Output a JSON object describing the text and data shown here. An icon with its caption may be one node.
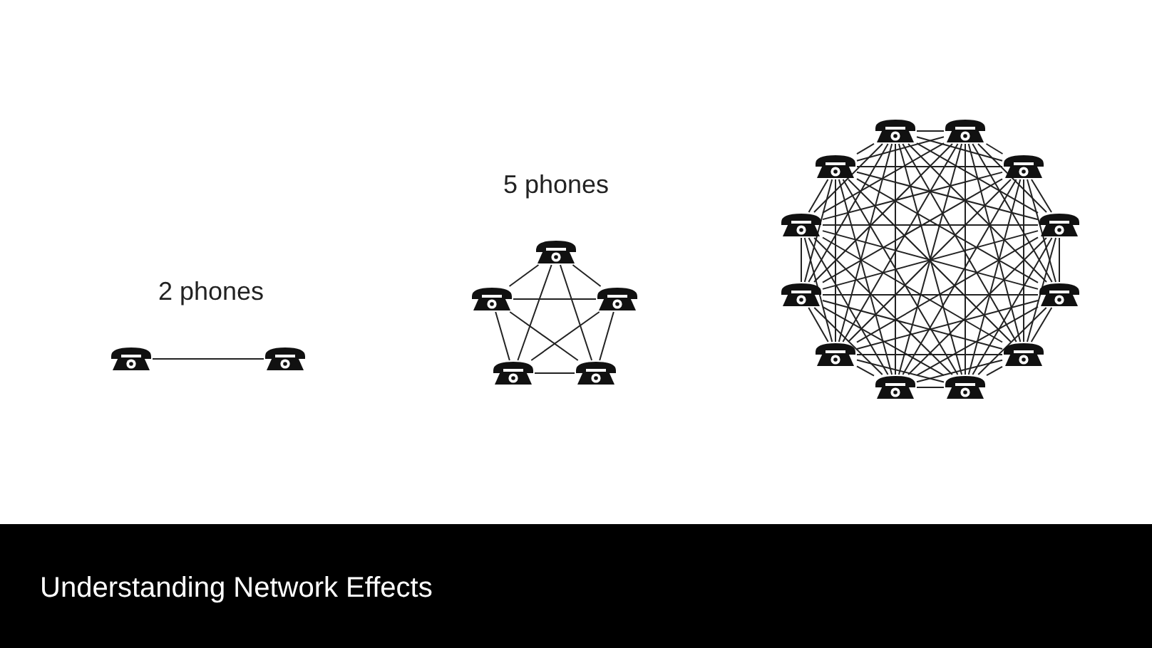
{
  "diagram": {
    "title": "Understanding Network Effects",
    "nodes": [
      {
        "text": [],
        "shape": "picture"
      },
      {
        "text": [],
        "shape": "picture"
      },
      {
        "text": [],
        "shape": "picture"
      },
      {
        "text": [],
        "shape": "picture"
      },
      {
        "text": [],
        "shape": "picture"
      },
      {
        "text": [],
        "shape": "picture"
      },
      {
        "text": [],
        "shape": "picture"
      },
      {
        "text": [],
        "shape": "picture"
      },
      {
        "text": [],
        "shape": "picture"
      },
      {
        "text": [],
        "shape": "picture"
      },
      {
        "text": [],
        "shape": "picture"
      },
      {
        "text": [],
        "shape": "picture"
      },
      {
        "text": [],
        "shape": "picture"
      },
      {
        "text": [],
        "shape": "picture"
      },
      {
        "text": [],
        "shape": "picture"
      },
      {
        "text": [],
        "shape": "picture"
      },
      {
        "text": [],
        "shape": "picture"
      },
      {
        "text": [],
        "shape": "picture"
      },
      {
        "text": [],
        "shape": "picture"
      }
    ],
    "edges": [
      {
        "from": 0,
        "to": 1,
        "arrow": "none"
      },
      {
        "from": 2,
        "to": 3,
        "arrow": "none"
      },
      {
        "from": 2,
        "to": 4,
        "arrow": "none"
      },
      {
        "from": 2,
        "to": 5,
        "arrow": "none"
      },
      {
        "from": 2,
        "to": 6,
        "arrow": "none"
      },
      {
        "from": 3,
        "to": 4,
        "arrow": "none"
      },
      {
        "from": 3,
        "to": 5,
        "arrow": "none"
      },
      {
        "from": 3,
        "to": 6,
        "arrow": "none"
      },
      {
        "from": 4,
        "to": 5,
        "arrow": "none"
      },
      {
        "from": 4,
        "to": 6,
        "arrow": "none"
      },
      {
        "from": 5,
        "to": 6,
        "arrow": "none"
      },
      {
        "from": 7,
        "to": 8,
        "arrow": "none"
      },
      {
        "from": 7,
        "to": 9,
        "arrow": "none"
      },
      {
        "from": 7,
        "to": 10,
        "arrow": "none"
      },
      {
        "from": 7,
        "to": 11,
        "arrow": "none"
      },
      {
        "from": 7,
        "to": 12,
        "arrow": "none"
      },
      {
        "from": 7,
        "to": 13,
        "arrow": "none"
      },
      {
        "from": 7,
        "to": 14,
        "arrow": "none"
      },
      {
        "from": 7,
        "to": 15,
        "arrow": "none"
      },
      {
        "from": 7,
        "to": 16,
        "arrow": "none"
      },
      {
        "from": 7,
        "to": 17,
        "arrow": "none"
      },
      {
        "from": 7,
        "to": 18,
        "arrow": "none"
      },
      {
        "from": 8,
        "to": 9,
        "arrow": "none"
      },
      {
        "from": 8,
        "to": 10,
        "arrow": "none"
      },
      {
        "from": 8,
        "to": 11,
        "arrow": "none"
      },
      {
        "from": 8,
        "to": 12,
        "arrow": "none"
      },
      {
        "from": 8,
        "to": 13,
        "arrow": "none"
      },
      {
        "from": 8,
        "to": 14,
        "arrow": "none"
      },
      {
        "from": 8,
        "to": 15,
        "arrow": "none"
      },
      {
        "from": 8,
        "to": 16,
        "arrow": "none"
      },
      {
        "from": 8,
        "to": 17,
        "arrow": "none"
      },
      {
        "from": 8,
        "to": 18,
        "arrow": "none"
      },
      {
        "from": 9,
        "to": 10,
        "arrow": "none"
      },
      {
        "from": 9,
        "to": 11,
        "arrow": "none"
      },
      {
        "from": 9,
        "to": 12,
        "arrow": "none"
      },
      {
        "from": 9,
        "to": 13,
        "arrow": "none"
      },
      {
        "from": 9,
        "to": 14,
        "arrow": "none"
      },
      {
        "from": 9,
        "to": 15,
        "arrow": "none"
      },
      {
        "from": 9,
        "to": 16,
        "arrow": "none"
      },
      {
        "from": 9,
        "to": 17,
        "arrow": "none"
      },
      {
        "from": 9,
        "to": 18,
        "arrow": "none"
      },
      {
        "from": 10,
        "to": 11,
        "arrow": "none"
      },
      {
        "from": 10,
        "to": 12,
        "arrow": "none"
      },
      {
        "from": 10,
        "to": 13,
        "arrow": "none"
      },
      {
        "from": 10,
        "to": 14,
        "arrow": "none"
      },
      {
        "from": 10,
        "to": 15,
        "arrow": "none"
      },
      {
        "from": 10,
        "to": 16,
        "arrow": "none"
      },
      {
        "from": 10,
        "to": 17,
        "arrow": "none"
      },
      {
        "from": 10,
        "to": 18,
        "arrow": "none"
      },
      {
        "from": 11,
        "to": 12,
        "arrow": "none"
      },
      {
        "from": 11,
        "to": 13,
        "arrow": "none"
      },
      {
        "from": 11,
        "to": 14,
        "arrow": "none"
      },
      {
        "from": 11,
        "to": 15,
        "arrow": "none"
      },
      {
        "from": 11,
        "to": 16,
        "arrow": "none"
      },
      {
        "from": 11,
        "to": 17,
        "arrow": "none"
      },
      {
        "from": 11,
        "to": 18,
        "arrow": "none"
      },
      {
        "from": 12,
        "to": 13,
        "arrow": "none"
      },
      {
        "from": 12,
        "to": 14,
        "arrow": "none"
      },
      {
        "from": 12,
        "to": 15,
        "arrow": "none"
      },
      {
        "from": 12,
        "to": 16,
        "arrow": "none"
      },
      {
        "from": 12,
        "to": 17,
        "arrow": "none"
      },
      {
        "from": 12,
        "to": 18,
        "arrow": "none"
      },
      {
        "from": 13,
        "to": 14,
        "arrow": "none"
      },
      {
        "from": 13,
        "to": 15,
        "arrow": "none"
      },
      {
        "from": 13,
        "to": 16,
        "arrow": "none"
      },
      {
        "from": 13,
        "to": 17,
        "arrow": "none"
      },
      {
        "from": 13,
        "to": 18,
        "arrow": "none"
      },
      {
        "from": 14,
        "to": 15,
        "arrow": "none"
      },
      {
        "from": 14,
        "to": 16,
        "arrow": "none"
      },
      {
        "from": 14,
        "to": 17,
        "arrow": "none"
      },
      {
        "from": 14,
        "to": 18,
        "arrow": "none"
      },
      {
        "from": 15,
        "to": 16,
        "arrow": "none"
      },
      {
        "from": 15,
        "to": 17,
        "arrow": "none"
      },
      {
        "from": 15,
        "to": 18,
        "arrow": "none"
      },
      {
        "from": 16,
        "to": 17,
        "arrow": "none"
      },
      {
        "from": 16,
        "to": 18,
        "arrow": "none"
      },
      {
        "from": 17,
        "to": 18,
        "arrow": "none"
      }
    ],
    "labels": [
      "5 phones",
      "2 phones"
    ]
  }
}
